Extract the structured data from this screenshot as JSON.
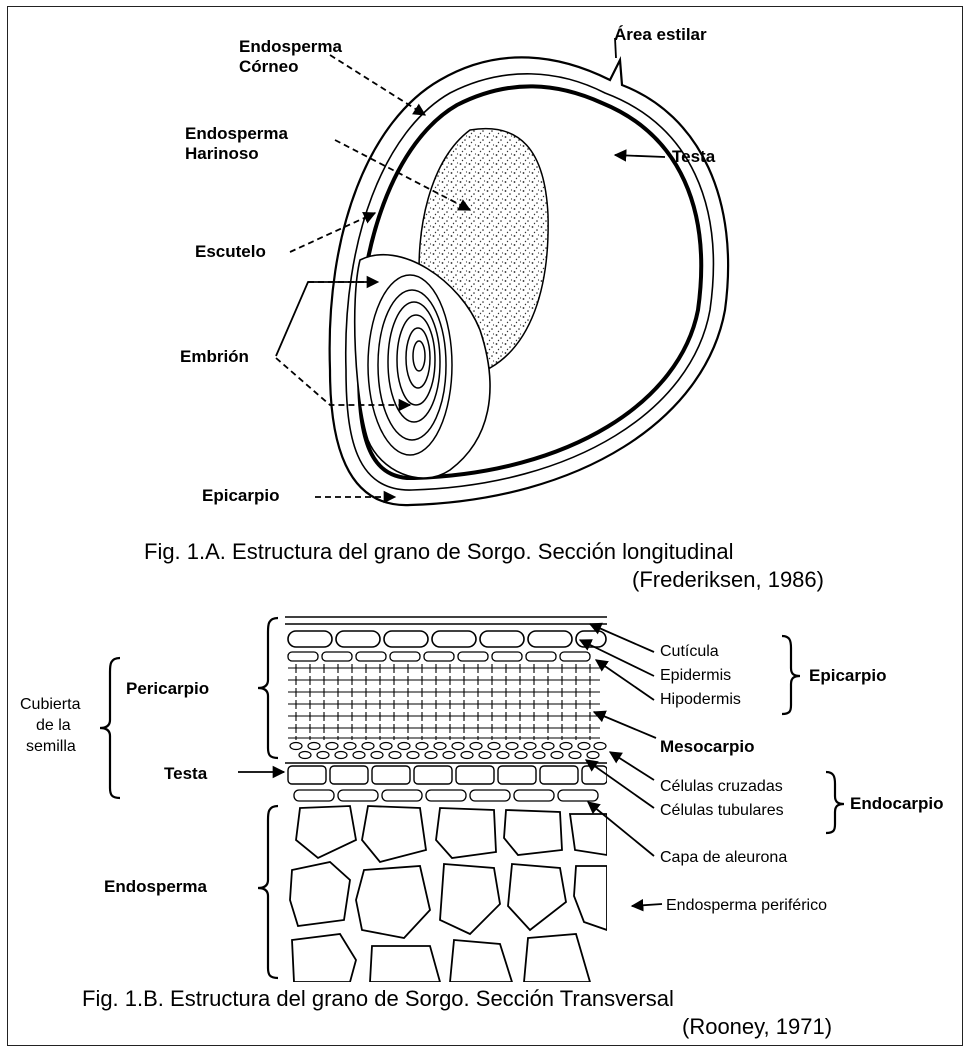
{
  "figA": {
    "labels": {
      "endosperma_corneo_1": "Endosperma",
      "endosperma_corneo_2": "Córneo",
      "area_estilar": "Área estilar",
      "endosperma_harinoso_1": "Endosperma",
      "endosperma_harinoso_2": "Harinoso",
      "testa": "Testa",
      "escutelo": "Escutelo",
      "embrion": "Embrión",
      "epicarpio": "Epicarpio"
    },
    "caption_line1": "Fig. 1.A. Estructura del grano de Sorgo. Sección longitudinal",
    "caption_line2": "(Frederiksen, 1986)"
  },
  "figB": {
    "labels": {
      "cubierta_1": "Cubierta",
      "cubierta_2": "de la",
      "cubierta_3": "semilla",
      "pericarpio": "Pericarpio",
      "testa": "Testa",
      "endosperma": "Endosperma",
      "cuticula": "Cutícula",
      "epidermis": "Epidermis",
      "hipodermis": "Hipodermis",
      "epicarpio": "Epicarpio",
      "mesocarpio": "Mesocarpio",
      "celulas_cruzadas": "Células cruzadas",
      "celulas_tubulares": "Células tubulares",
      "endocarpio": "Endocarpio",
      "capa_aleurona": "Capa de aleurona",
      "endosperma_periferico": "Endosperma periférico"
    },
    "caption_line1": "Fig. 1.B. Estructura del grano de Sorgo. Sección Transversal",
    "caption_line2": "(Rooney, 1971)"
  }
}
